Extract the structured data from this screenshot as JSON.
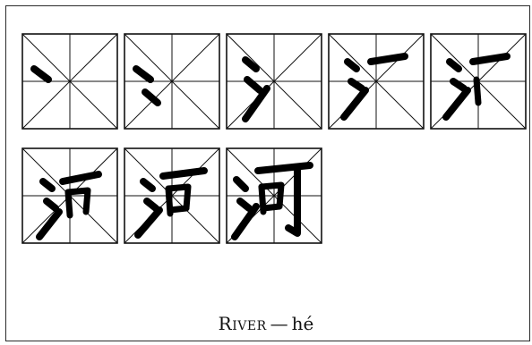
{
  "caption": {
    "word": "River",
    "dash": "—",
    "pinyin": "hé"
  },
  "character": "河",
  "stroke_count": 8
}
